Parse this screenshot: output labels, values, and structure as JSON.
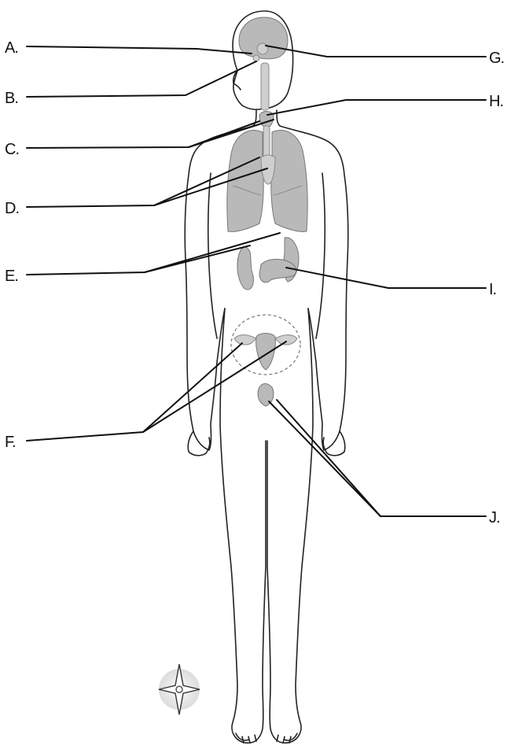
{
  "labels": {
    "a": "A.",
    "b": "B.",
    "c": "C.",
    "d": "D.",
    "e": "E.",
    "f": "F.",
    "g": "G.",
    "h": "H.",
    "i": "I.",
    "j": "J."
  },
  "colors": {
    "organ_fill": "#b9b9b9",
    "outline": "#222222",
    "leader_line": "#111111"
  },
  "icons": [
    "compass-star-icon"
  ]
}
